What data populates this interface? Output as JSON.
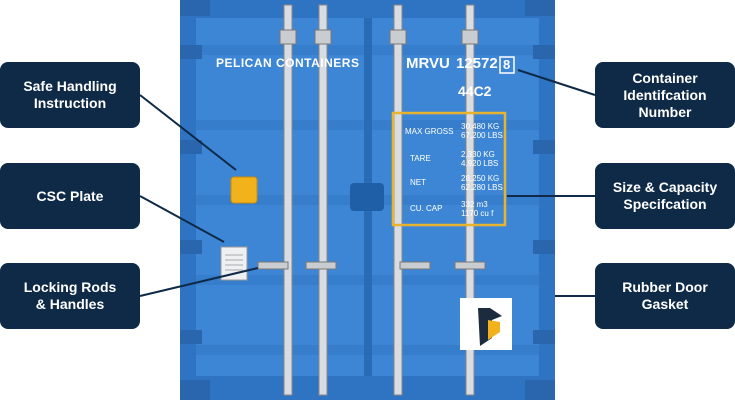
{
  "labels_left": [
    {
      "text": "Safe Handling\nInstruction"
    },
    {
      "text": "CSC Plate"
    },
    {
      "text": "Locking Rods\n& Handles"
    }
  ],
  "labels_right": [
    {
      "text": "Container\nIdentifcation\nNumber"
    },
    {
      "text": "Size & Capacity\nSpecifcation"
    },
    {
      "text": "Rubber Door\nGasket"
    }
  ],
  "container": {
    "brand": "PELICAN CONTAINERS",
    "owner_code": "MRVU",
    "serial": "12572",
    "check_digit": "8",
    "type_code": "44C2",
    "specs": [
      {
        "name": "MAX GROSS",
        "v1": "30,480 KG",
        "v2": "67,200 LBS"
      },
      {
        "name": "TARE",
        "v1": "2,330 KG",
        "v2": "4,920 LBS"
      },
      {
        "name": "NET",
        "v1": "28,250 KG",
        "v2": "62,280 LBS"
      },
      {
        "name": "CU. CAP",
        "v1": "332 m3",
        "v2": "1170 cu f"
      }
    ]
  },
  "colors": {
    "container": "#3d86d6",
    "label_bg": "#0e2a47",
    "spec_box": "#e8b430"
  }
}
